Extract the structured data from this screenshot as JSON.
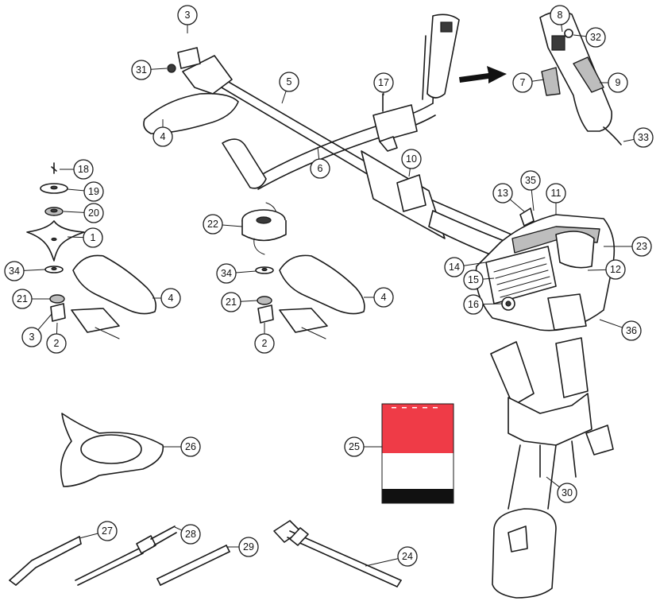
{
  "colors": {
    "line": "#1a1a1a",
    "manual_red": "#ef3b47",
    "manual_white": "#ffffff",
    "manual_black": "#111111",
    "gray_fill": "#bdbdbd"
  },
  "icons": [
    "arrow-right-icon"
  ],
  "callouts": {
    "c1": "1",
    "c2a": "2",
    "c2b": "2",
    "c3a": "3",
    "c3b": "3",
    "c4a": "4",
    "c4b": "4",
    "c4c": "4",
    "c5": "5",
    "c6": "6",
    "c7": "7",
    "c8": "8",
    "c9": "9",
    "c10": "10",
    "c11": "11",
    "c12": "12",
    "c13": "13",
    "c14": "14",
    "c15": "15",
    "c16": "16",
    "c17": "17",
    "c18": "18",
    "c19": "19",
    "c20": "20",
    "c21a": "21",
    "c21b": "21",
    "c22": "22",
    "c23": "23",
    "c24": "24",
    "c25": "25",
    "c26": "26",
    "c27": "27",
    "c28": "28",
    "c29": "29",
    "c30": "30",
    "c31": "31",
    "c32": "32",
    "c33": "33",
    "c34a": "34",
    "c34b": "34",
    "c35": "35",
    "c36": "36"
  }
}
